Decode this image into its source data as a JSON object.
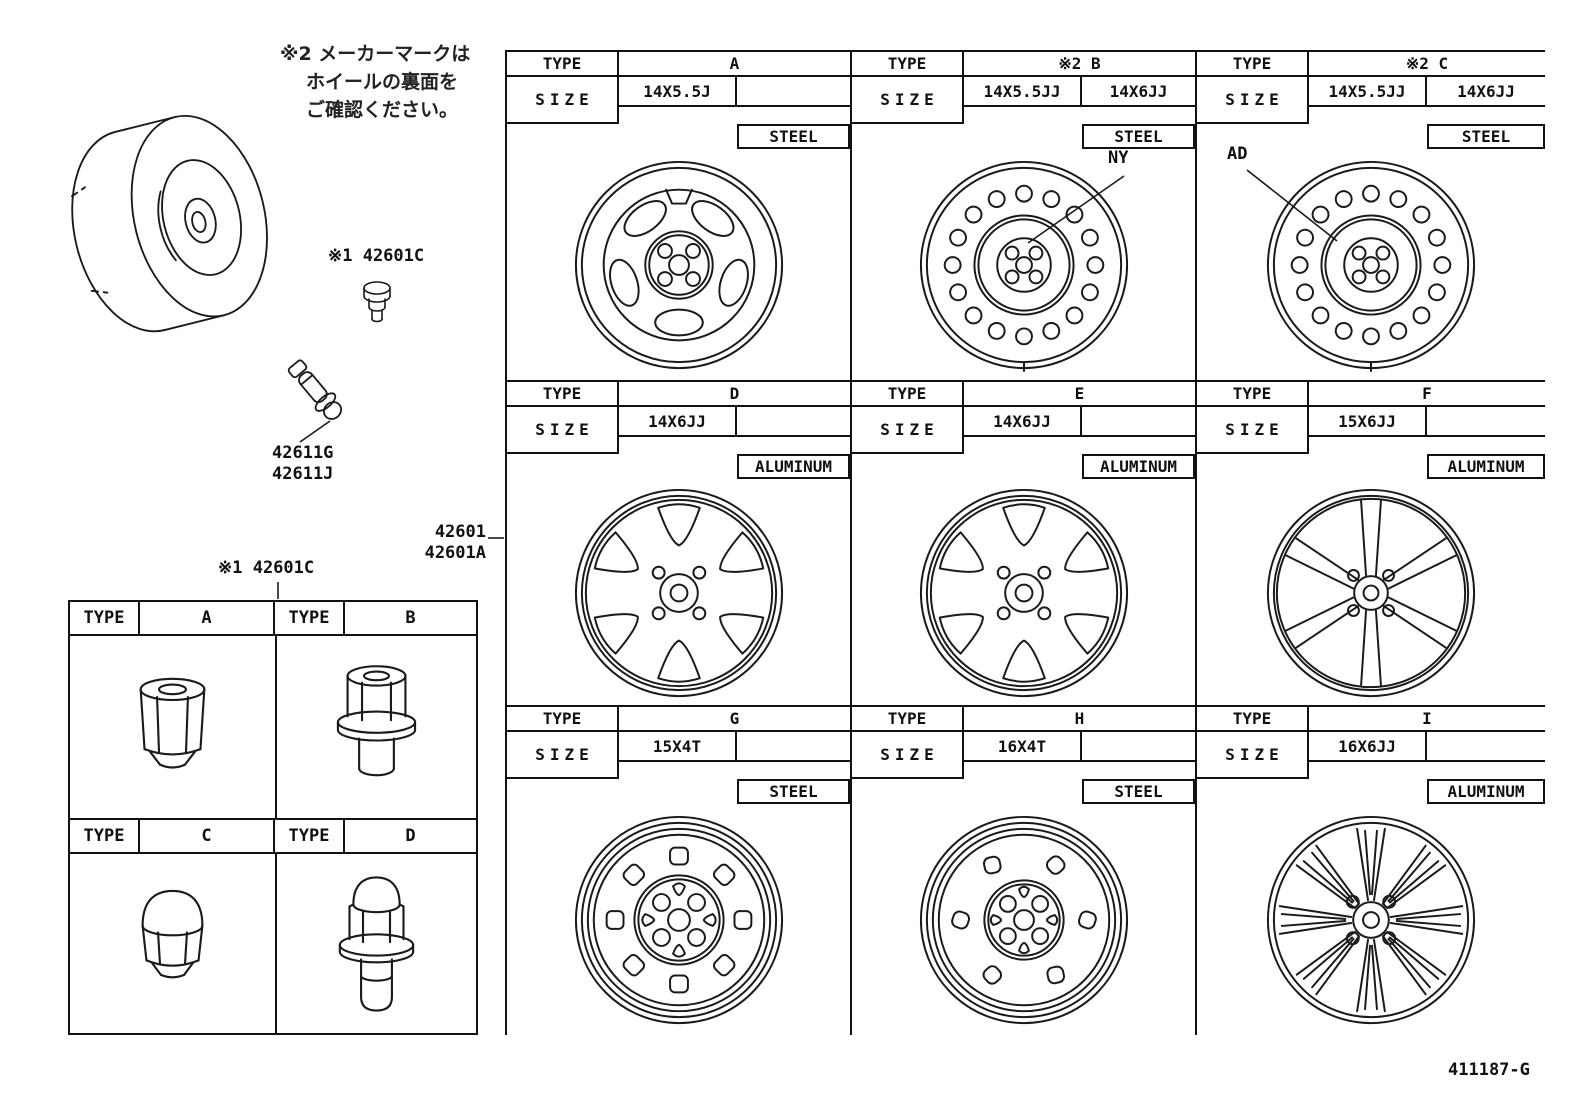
{
  "note": {
    "line1": "※2 メーカーマークは",
    "line2": "ホイールの裏面を",
    "line3": "ご確認ください。"
  },
  "headers": {
    "type": "TYPE",
    "size": "SIZE"
  },
  "part_labels": {
    "hub_bolt": "※1 42601C",
    "valve_g": "42611G",
    "valve_j": "42611J",
    "wheel": "42601",
    "wheel_a": "42601A",
    "wheel_nut": "※1 42601C"
  },
  "doc_number": "411187-G",
  "nut_table": {
    "nuts": [
      {
        "type": "A",
        "style": "open-acorn-nut"
      },
      {
        "type": "B",
        "style": "mag-shank-nut"
      },
      {
        "type": "C",
        "style": "capped-acorn-nut"
      },
      {
        "type": "D",
        "style": "capped-shank-nut"
      }
    ]
  },
  "wheel_panels": [
    {
      "type": "A",
      "size1": "14X5.5J",
      "size2": "",
      "material": "STEEL",
      "style": "steel-5-oval-vents",
      "annotation": ""
    },
    {
      "type": "※2 B",
      "size1": "14X5.5JJ",
      "size2": "14X6JJ",
      "material": "STEEL",
      "style": "steel-16-hole",
      "annotation": "NY"
    },
    {
      "type": "※2 C",
      "size1": "14X5.5JJ",
      "size2": "14X6JJ",
      "material": "STEEL",
      "style": "steel-16-hole",
      "annotation": "AD"
    },
    {
      "type": "D",
      "size1": "14X6JJ",
      "size2": "",
      "material": "ALUMINUM",
      "style": "alloy-6-spoke",
      "annotation": ""
    },
    {
      "type": "E",
      "size1": "14X6JJ",
      "size2": "",
      "material": "ALUMINUM",
      "style": "alloy-6-spoke",
      "annotation": ""
    },
    {
      "type": "F",
      "size1": "15X6JJ",
      "size2": "",
      "material": "ALUMINUM",
      "style": "alloy-6-thin-spoke",
      "annotation": ""
    },
    {
      "type": "G",
      "size1": "15X4T",
      "size2": "",
      "material": "STEEL",
      "style": "steel-8-slot",
      "annotation": ""
    },
    {
      "type": "H",
      "size1": "16X4T",
      "size2": "",
      "material": "STEEL",
      "style": "steel-6-slot",
      "annotation": ""
    },
    {
      "type": "I",
      "size1": "16X6JJ",
      "size2": "",
      "material": "ALUMINUM",
      "style": "alloy-multi-spoke",
      "annotation": ""
    }
  ]
}
